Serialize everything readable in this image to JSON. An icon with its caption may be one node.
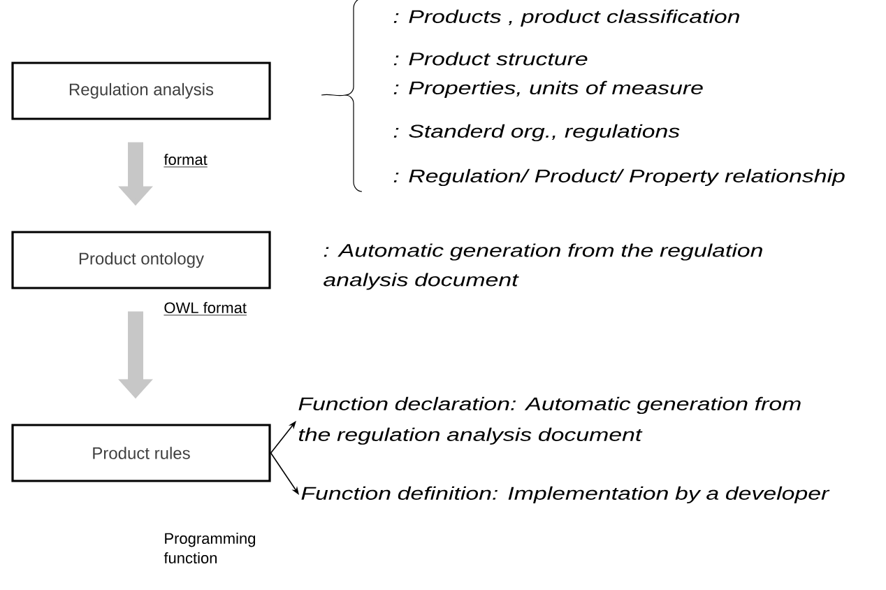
{
  "diagram": {
    "nodes": [
      {
        "text": [
          "Regulation analysis"
        ]
      },
      {
        "text": [
          "Product ontology"
        ],
        "beside": [
          ": Automatic generation from the regulation analysis document"
        ]
      },
      {
        "text": [
          "Product rules"
        ]
      },
      {
        "text": [
          "Function declaration: Automatic generation from the regulation analysis document"
        ]
      },
      {
        "text": [
          "Function definition: Implementation by a developer"
        ]
      }
    ],
    "edges": [
      {
        "from": 0,
        "to": 1,
        "arrow": "to",
        "style": "thick",
        "label": "format"
      },
      {
        "from": 1,
        "to": 2,
        "arrow": "to",
        "style": "thick"
      },
      {
        "from": 2,
        "to": 3,
        "arrow": "to",
        "color": "#000000"
      },
      {
        "from": 2,
        "to": 4,
        "arrow": "to",
        "color": "#000000"
      }
    ],
    "labels": [
      ": Products , product classification",
      ": Product structure",
      ": Properties, units of measure",
      ": Standerd org., regulations",
      ": Regulation/ Product/ Property relationship",
      "OWL format",
      "Programming function"
    ]
  }
}
